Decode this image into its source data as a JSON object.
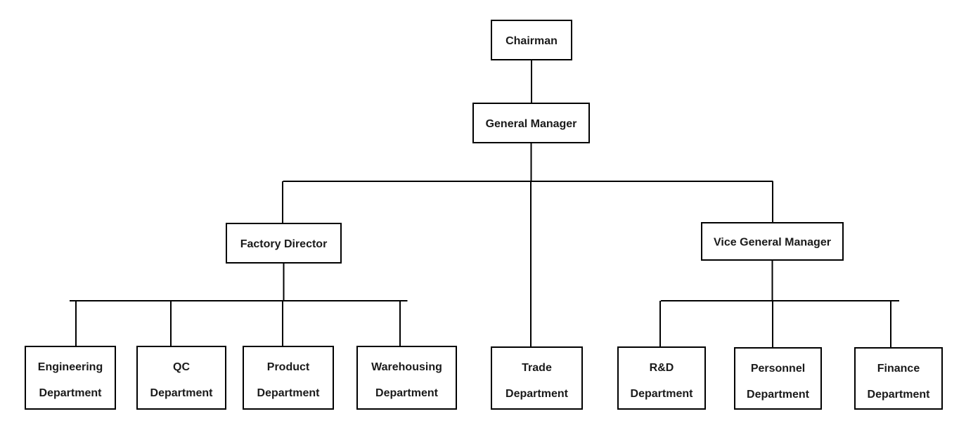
{
  "nodes": [
    {
      "id": "chairman",
      "lines": [
        "Chairman"
      ]
    },
    {
      "id": "general-manager",
      "lines": [
        "General Manager"
      ]
    },
    {
      "id": "factory-director",
      "lines": [
        "Factory Director"
      ]
    },
    {
      "id": "vice-general-manager",
      "lines": [
        "Vice General Manager"
      ]
    },
    {
      "id": "engineering-department",
      "lines": [
        "Engineering",
        "Department"
      ]
    },
    {
      "id": "qc-department",
      "lines": [
        "QC",
        "Department"
      ]
    },
    {
      "id": "product-department",
      "lines": [
        "Product",
        "Department"
      ]
    },
    {
      "id": "warehousing-department",
      "lines": [
        "Warehousing",
        "Department"
      ]
    },
    {
      "id": "trade-department",
      "lines": [
        "Trade",
        "Department"
      ]
    },
    {
      "id": "rd-department",
      "lines": [
        "R&D",
        "Department"
      ]
    },
    {
      "id": "personnel-department",
      "lines": [
        "Personnel",
        "Department"
      ]
    },
    {
      "id": "finance-department",
      "lines": [
        "Finance",
        "Department"
      ]
    }
  ],
  "edges": [
    {
      "from": "chairman",
      "to": "general-manager"
    },
    {
      "from": "general-manager",
      "to": "factory-director"
    },
    {
      "from": "general-manager",
      "to": "trade-department"
    },
    {
      "from": "general-manager",
      "to": "vice-general-manager"
    },
    {
      "from": "factory-director",
      "to": "engineering-department"
    },
    {
      "from": "factory-director",
      "to": "qc-department"
    },
    {
      "from": "factory-director",
      "to": "product-department"
    },
    {
      "from": "factory-director",
      "to": "warehousing-department"
    },
    {
      "from": "vice-general-manager",
      "to": "rd-department"
    },
    {
      "from": "vice-general-manager",
      "to": "personnel-department"
    },
    {
      "from": "vice-general-manager",
      "to": "finance-department"
    }
  ],
  "colors": {
    "line": "#000000",
    "box_fill": "#ffffff",
    "text": "#1a1a1a"
  }
}
